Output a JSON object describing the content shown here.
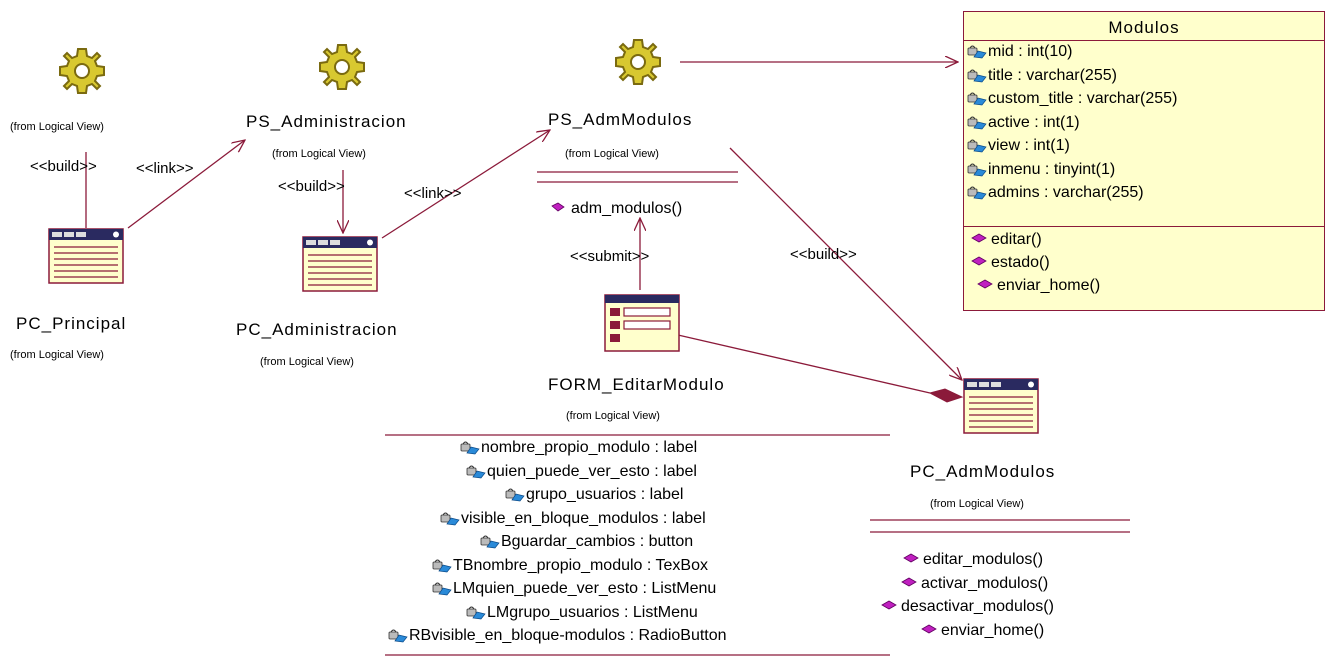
{
  "colors": {
    "line": "#8b1a3a",
    "class_fill": "#ffffcc",
    "gear": "#7a6a10",
    "gear_fill": "#d8c830"
  },
  "from_label": "(from Logical View)",
  "nodes": {
    "gear1": {
      "from": "(from Logical View)"
    },
    "ps_admin": {
      "name": "PS_Administracion",
      "from": "(from Logical View)"
    },
    "ps_admmod": {
      "name": "PS_AdmModulos",
      "from": "(from Logical View)",
      "ops": [
        "adm_modulos()"
      ]
    },
    "pc_principal": {
      "name": "PC_Principal",
      "from": "(from Logical View)"
    },
    "pc_admin": {
      "name": "PC_Administracion",
      "from": "(from Logical View)"
    },
    "form": {
      "name": "FORM_EditarModulo",
      "from": "(from Logical View)",
      "attrs": [
        "nombre_propio_modulo : label",
        "quien_puede_ver_esto : label",
        "grupo_usuarios : label",
        "visible_en_bloque_modulos : label",
        "Bguardar_cambios : button",
        "TBnombre_propio_modulo : TexBox",
        "LMquien_puede_ver_esto : ListMenu",
        "LMgrupo_usuarios : ListMenu",
        "RBvisible_en_bloque-modulos : RadioButton"
      ]
    },
    "pc_admmod": {
      "name": "PC_AdmModulos",
      "from": "(from Logical View)",
      "ops": [
        "editar_modulos()",
        "activar_modulos()",
        "desactivar_modulos()",
        "enviar_home()"
      ]
    },
    "modulos": {
      "name": "Modulos",
      "attrs": [
        "mid : int(10)",
        "title : varchar(255)",
        "custom_title : varchar(255)",
        "active : int(1)",
        "view : int(1)",
        "inmenu : tinyint(1)",
        "admins : varchar(255)"
      ],
      "ops": [
        "editar()",
        "estado()",
        "enviar_home()"
      ]
    }
  },
  "stereotypes": {
    "build1": "<<build>>",
    "link1": "<<link>>",
    "build2": "<<build>>",
    "link2": "<<link>>",
    "submit": "<<submit>>",
    "build3": "<<build>>"
  }
}
